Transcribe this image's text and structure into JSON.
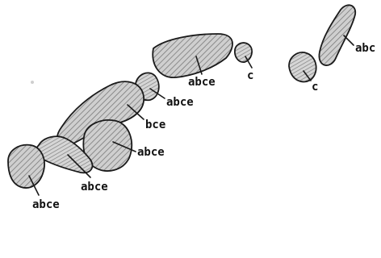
{
  "figure": {
    "labels": {
      "top_blob": "abce",
      "small_dot": "c",
      "right_rod": "abc",
      "right_knob": "c",
      "mid_small_round": "abce",
      "mid_long": "bce",
      "center_round": "abce",
      "lower_chain": "abce",
      "lower_left": "abce"
    },
    "colors": {
      "hatch": "#8a8a8a",
      "outline": "#1a1a1a"
    }
  }
}
